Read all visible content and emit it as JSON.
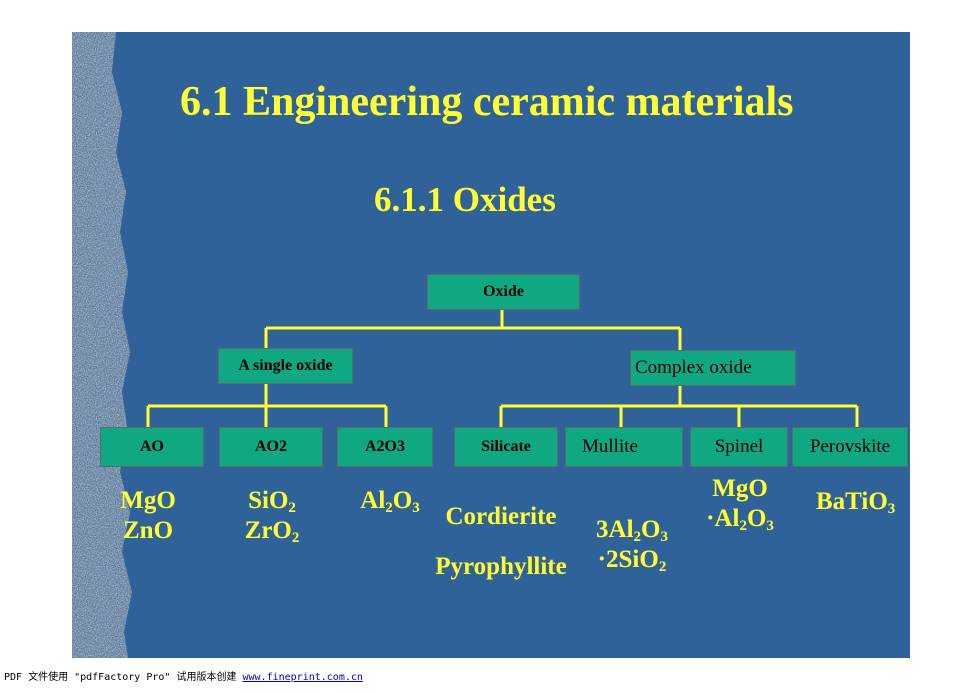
{
  "slide": {
    "title": "6.1 Engineering ceramic materials",
    "subtitle": "6.1.1 Oxides"
  },
  "diagram": {
    "root": "Oxide",
    "level1": [
      "A single oxide",
      "Complex oxide"
    ],
    "level2": [
      "AO",
      "AO2",
      "A2O3",
      "Silicate",
      "Mullite",
      "Spinel",
      "Perovskite"
    ]
  },
  "formulas": {
    "ao": [
      "MgO",
      "ZnO"
    ],
    "ao2": [
      {
        "base": "SiO",
        "sub": "2"
      },
      {
        "base": "ZrO",
        "sub": "2"
      }
    ],
    "a2o3": {
      "p1": "Al",
      "s1": "2",
      "p2": "O",
      "s2": "3"
    },
    "silicate": [
      "Cordierite",
      "Pyrophyllite"
    ],
    "mullite": {
      "line1": {
        "p1": "3Al",
        "s1": "2",
        "p2": "O",
        "s2": "3"
      },
      "line2": {
        "p1": "·2SiO",
        "s1": "2"
      }
    },
    "spinel": {
      "line1": "MgO",
      "line2": {
        "p1": "·Al",
        "s1": "2",
        "p2": "O",
        "s2": "3"
      }
    },
    "perovskite": {
      "p1": "BaTiO",
      "s1": "3"
    }
  },
  "footer": {
    "text": "PDF 文件使用 \"pdfFactory Pro\" 试用版本创建 ",
    "link": "www.fineprint.com.cn"
  },
  "colors": {
    "slide_bg": "#30629a",
    "text_yellow": "#ffff33",
    "node_fill": "#10a882",
    "connector": "#ffff33"
  }
}
